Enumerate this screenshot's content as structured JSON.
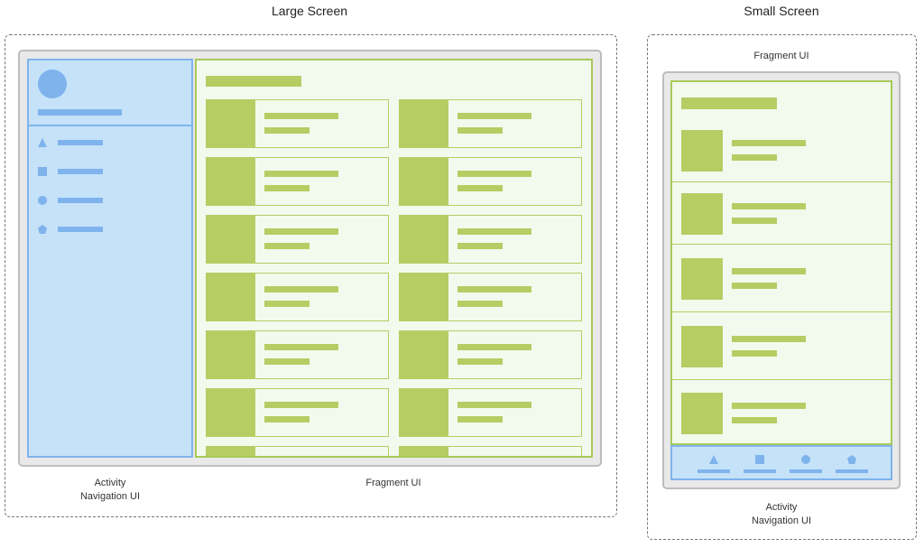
{
  "large_screen": {
    "title": "Large Screen",
    "nav_caption_line1": "Activity",
    "nav_caption_line2": "Navigation UI",
    "fragment_caption": "Fragment UI",
    "nav_items": [
      {
        "icon": "triangle-icon"
      },
      {
        "icon": "square-icon"
      },
      {
        "icon": "circle-icon"
      },
      {
        "icon": "pentagon-icon"
      }
    ],
    "card_rows": 7,
    "card_columns": 2
  },
  "small_screen": {
    "title": "Small Screen",
    "fragment_caption": "Fragment UI",
    "nav_caption_line1": "Activity",
    "nav_caption_line2": "Navigation UI",
    "list_rows": 5,
    "bottom_nav_items": [
      {
        "icon": "triangle-icon"
      },
      {
        "icon": "square-icon"
      },
      {
        "icon": "circle-icon"
      },
      {
        "icon": "pentagon-icon"
      }
    ]
  },
  "colors": {
    "nav_fill": "#c5e2f9",
    "nav_accent": "#7fb3ec",
    "fragment_fill": "#f2faee",
    "fragment_accent": "#b5cd63"
  }
}
